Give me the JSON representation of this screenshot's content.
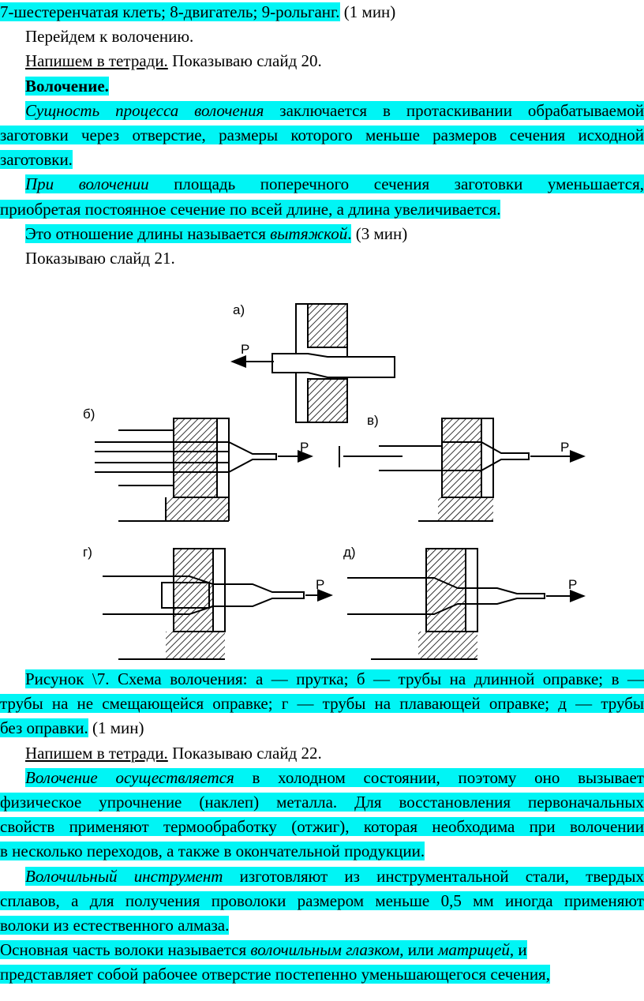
{
  "top_lines": [
    {
      "indent": false,
      "justify": false,
      "segs": [
        {
          "t": "7-шестеренчатая клеть; 8-двигатель; 9-рольганг.",
          "hl": true
        },
        {
          "t": " (1 мин)"
        }
      ]
    },
    {
      "indent": true,
      "justify": false,
      "segs": [
        {
          "t": "Перейдем к волочению."
        }
      ]
    },
    {
      "indent": true,
      "justify": false,
      "segs": [
        {
          "t": "Напишем в тетради.",
          "u": true
        },
        {
          "t": " Показываю слайд 20."
        }
      ]
    },
    {
      "indent": true,
      "justify": false,
      "segs": [
        {
          "t": "Волочение.",
          "hl": true,
          "b": true
        }
      ]
    },
    {
      "indent": true,
      "justify": true,
      "segs": [
        {
          "t": "Сущность процесса волочения",
          "hl": true,
          "i": true
        },
        {
          "t": " заключается в протаскивании обрабатываемой",
          "hl": true
        }
      ]
    },
    {
      "indent": false,
      "justify": true,
      "segs": [
        {
          "t": "заготовки через отверстие, размеры которого меньше размеров сечения исходной",
          "hl": true
        }
      ]
    },
    {
      "indent": false,
      "justify": false,
      "segs": [
        {
          "t": "заготовки.",
          "hl": true
        }
      ]
    },
    {
      "indent": true,
      "justify": true,
      "segs": [
        {
          "t": "При волочении",
          "hl": true,
          "i": true
        },
        {
          "t": " площадь поперечного сечения заготовки уменьшается,",
          "hl": true
        }
      ]
    },
    {
      "indent": false,
      "justify": false,
      "segs": [
        {
          "t": "приобретая постоянное сечение по всей длине, а длина увеличивается.",
          "hl": true
        }
      ]
    },
    {
      "indent": true,
      "justify": false,
      "segs": [
        {
          "t": "Это отношение длины называется ",
          "hl": true
        },
        {
          "t": "вытяжкой",
          "hl": true,
          "i": true
        },
        {
          "t": ".",
          "hl": true
        },
        {
          "t": " (3 мин)"
        }
      ]
    },
    {
      "indent": true,
      "justify": false,
      "segs": [
        {
          "t": "Показываю слайд 21."
        }
      ]
    }
  ],
  "figure": {
    "labels": {
      "a": "а)",
      "b": "б)",
      "v": "в)",
      "g": "г)",
      "d": "д)"
    },
    "force": "P"
  },
  "bottom_lines": [
    {
      "indent": true,
      "justify": true,
      "segs": [
        {
          "t": "Рисунок \\7. Схема волочения: а — прутка; б — трубы на длинной оправке; в —",
          "hl": true
        }
      ]
    },
    {
      "indent": false,
      "justify": true,
      "segs": [
        {
          "t": "трубы на не смещающейся оправке; г — трубы на плавающей оправке; д — трубы",
          "hl": true
        }
      ]
    },
    {
      "indent": false,
      "justify": false,
      "segs": [
        {
          "t": "без оправки.",
          "hl": true
        },
        {
          "t": " (1 мин)"
        }
      ]
    },
    {
      "indent": true,
      "justify": false,
      "segs": [
        {
          "t": "Напишем в тетради.",
          "u": true
        },
        {
          "t": " Показываю слайд 22."
        }
      ]
    },
    {
      "indent": true,
      "justify": true,
      "segs": [
        {
          "t": "Волочение осуществляется",
          "hl": true,
          "i": true
        },
        {
          "t": " в холодном состоянии, поэтому оно вызывает",
          "hl": true
        }
      ]
    },
    {
      "indent": false,
      "justify": true,
      "segs": [
        {
          "t": "физическое упрочнение (наклеп) металла. Для восстановления первоначальных",
          "hl": true
        }
      ]
    },
    {
      "indent": false,
      "justify": true,
      "segs": [
        {
          "t": "свойств применяют термообработку (отжиг), которая необходима при волочении",
          "hl": true
        }
      ]
    },
    {
      "indent": false,
      "justify": false,
      "segs": [
        {
          "t": "в несколько переходов, а также в окончательной продукции.",
          "hl": true
        }
      ]
    },
    {
      "indent": true,
      "justify": true,
      "segs": [
        {
          "t": "Волочильный инструмент",
          "hl": true,
          "i": true
        },
        {
          "t": " изготовляют из инструментальной стали, твердых",
          "hl": true
        }
      ]
    },
    {
      "indent": false,
      "justify": true,
      "segs": [
        {
          "t": "сплавов, а для получения проволоки размером меньше 0,5 мм иногда применяют",
          "hl": true
        }
      ]
    },
    {
      "indent": false,
      "justify": false,
      "segs": [
        {
          "t": "волоки из естественного алмаза.",
          "hl": true
        }
      ]
    },
    {
      "indent": false,
      "justify": false,
      "segs": [
        {
          "t": "Основная часть волоки называется ",
          "hl": true
        },
        {
          "t": "волочильным глазком",
          "hl": true,
          "i": true
        },
        {
          "t": ", или ",
          "hl": true
        },
        {
          "t": "матрицей",
          "hl": true,
          "i": true
        },
        {
          "t": ", и",
          "hl": true
        }
      ]
    },
    {
      "indent": false,
      "justify": false,
      "segs": [
        {
          "t": "представляет собой рабочее отверстие постепенно уменьшающегося сечения,",
          "hl": true
        }
      ]
    }
  ]
}
